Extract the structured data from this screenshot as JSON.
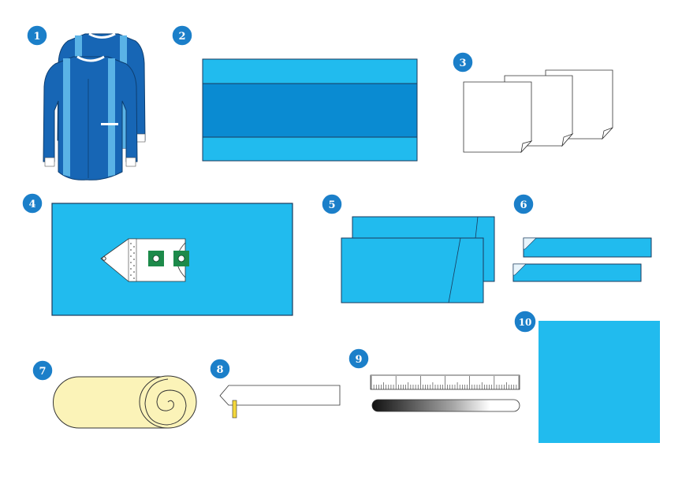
{
  "colors": {
    "badge": "#1b7fc9",
    "gown_dark": "#1766b5",
    "gown_light": "#3fa0de",
    "drape_light": "#21bbee",
    "drape_dark": "#0a8bd2",
    "drape_border": "#1a3a5c",
    "fenestration_green": "#1d8a4a",
    "roll_fill": "#fbf3b8",
    "tape_yellow": "#f4d83c",
    "ink": "#333333"
  },
  "items": [
    {
      "number": "1",
      "icon": "surgical-gown-icon"
    },
    {
      "number": "2",
      "icon": "table-cover-icon"
    },
    {
      "number": "3",
      "icon": "hand-towel-icon"
    },
    {
      "number": "4",
      "icon": "fenestrated-drape-icon"
    },
    {
      "number": "5",
      "icon": "adhesive-drape-icon"
    },
    {
      "number": "6",
      "icon": "adhesive-tape-icon"
    },
    {
      "number": "7",
      "icon": "gauze-roll-icon"
    },
    {
      "number": "8",
      "icon": "cable-holder-icon"
    },
    {
      "number": "9",
      "icon": "ruler-and-marker-icon"
    },
    {
      "number": "10",
      "icon": "sterile-wrap-icon"
    }
  ]
}
